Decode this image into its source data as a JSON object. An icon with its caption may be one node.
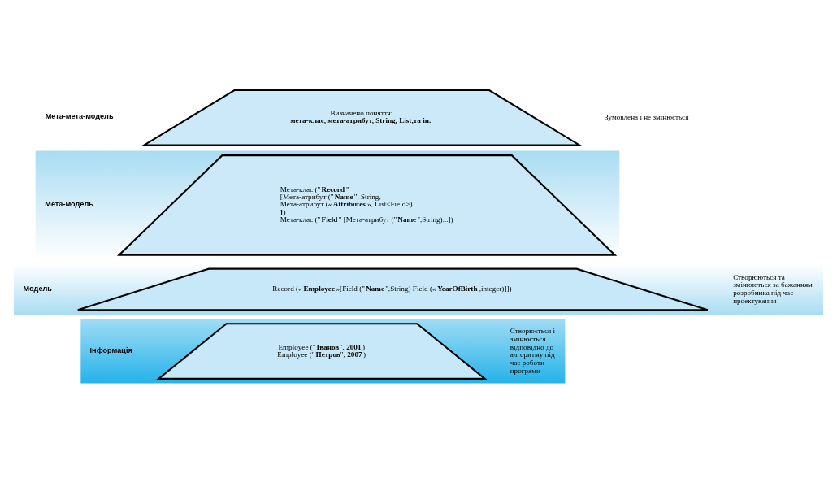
{
  "diagram": {
    "nodes": [
      {
        "text": [
          "Визначено поняття:",
          "**мета-клас, мета-атрибут, String, List,та ін.**"
        ]
      },
      {
        "text": [],
        "shape": "band"
      },
      {
        "text": [
          "Мета-клас (\"**Record**\"",
          "[Мета-атрибут (\"**Name**\", String,",
          "Мета-атрибут («**Attributes**», List<Field>)",
          "**]**)",
          "Мета-клас (\"**Field**\" [Мета-атрибут (\"**Name**\",String)...])"
        ],
        "in": 1
      },
      {
        "text": [],
        "shape": "band"
      },
      {
        "text": [
          "Record («**Employee**»[Field (\"**Name**\",String) Field («**YearOfBirth**,integer)]])"
        ],
        "in": 3
      },
      {
        "text": [],
        "shape": "band"
      },
      {
        "text": [
          "Employee (\"**Іванов**\", **2001**)",
          "Employee (\"**Петров**\", **2007**)"
        ],
        "in": 5
      }
    ],
    "labels": [
      "Мета-мета-модель",
      "Зумовлена і не змінюється",
      "Мета-модель",
      "Модель",
      "Створюються та змінюються за бажанням розробника під час проектування",
      "Інформація",
      "Створюється і змінюється відповідно до алгоритму під час роботи програми"
    ]
  }
}
